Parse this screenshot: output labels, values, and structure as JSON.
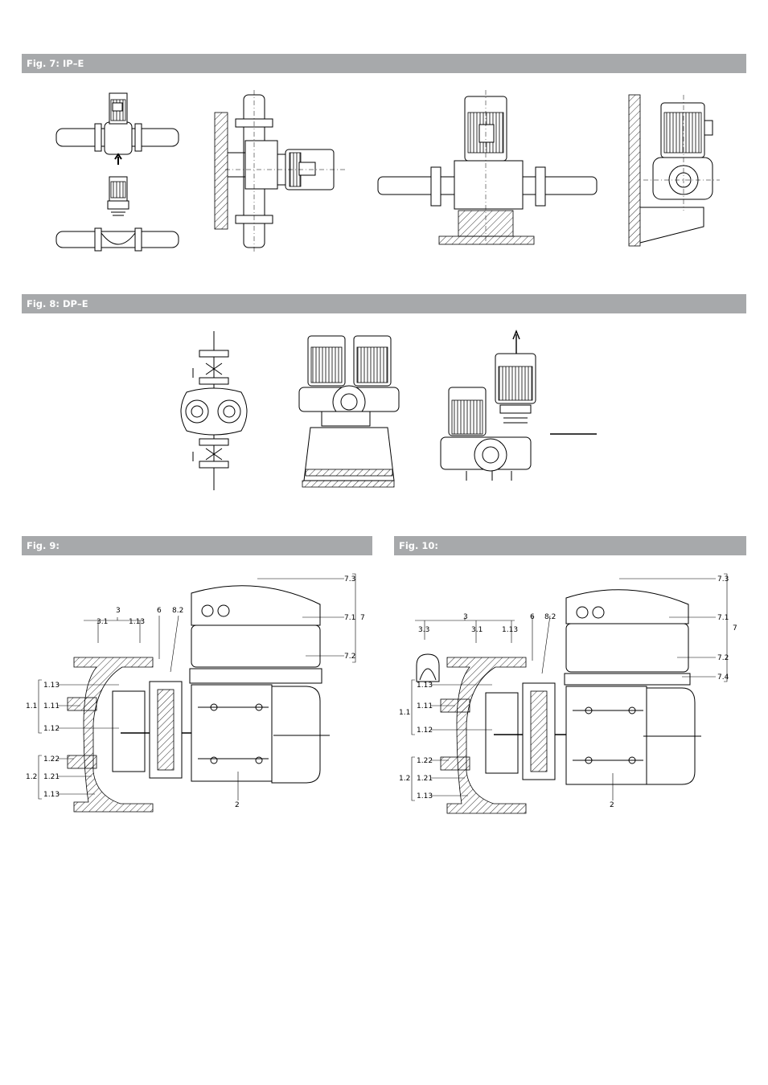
{
  "figures": {
    "fig7": {
      "title": "Fig. 7: IP–E"
    },
    "fig8": {
      "title": "Fig. 8: DP–E"
    },
    "fig9": {
      "title": "Fig. 9:",
      "labels": {
        "l3": "3",
        "l3_1": "3.1",
        "l1_13_top": "1.13",
        "l6": "6",
        "l8_2": "8.2",
        "l7_3": "7.3",
        "l7_1": "7.1",
        "l7": "7",
        "l7_2": "7.2",
        "l1_13a": "1.13",
        "l1_1": "1.1",
        "l1_11": "1.11",
        "l1_12": "1.12",
        "l1_22": "1.22",
        "l1_2": "1.2",
        "l1_21": "1.21",
        "l1_13b": "1.13",
        "l2": "2"
      }
    },
    "fig10": {
      "title": "Fig. 10:",
      "labels": {
        "l3": "3",
        "l3_3": "3.3",
        "l3_1": "3.1",
        "l1_13_top": "1.13",
        "l6": "6",
        "l8_2": "8.2",
        "l7_3": "7.3",
        "l7_1": "7.1",
        "l7": "7",
        "l7_2": "7.2",
        "l7_4": "7.4",
        "l1_13a": "1.13",
        "l1_1": "1.1",
        "l1_11": "1.11",
        "l1_12": "1.12",
        "l1_22": "1.22",
        "l1_2": "1.2",
        "l1_21": "1.21",
        "l1_13b": "1.13",
        "l2": "2"
      }
    }
  }
}
